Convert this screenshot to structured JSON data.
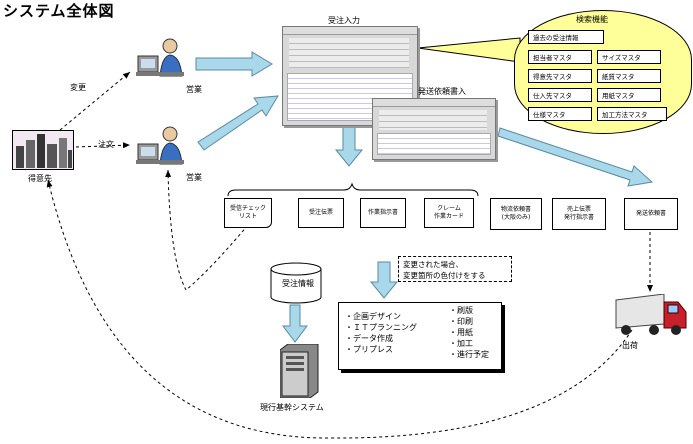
{
  "title": "システム全体図",
  "customer_label": "得意先",
  "sales_label_1": "営業",
  "sales_label_2": "営業",
  "change_label": "変更",
  "order_label": "注文",
  "order_entry_label": "受注入力",
  "shipping_request_label": "発送依頼書入",
  "search_title": "検索機能",
  "search_items": [
    "過去の受注情報",
    "担当者マスタ",
    "サイズマスタ",
    "得意先マスタ",
    "紙質マスタ",
    "仕入先マスタ",
    "用紙マスタ",
    "仕様マスタ",
    "加工方法マスタ"
  ],
  "documents": [
    {
      "text": "受信チェック\nリスト"
    },
    {
      "text": "受注伝票"
    },
    {
      "text": "作業指示書"
    },
    {
      "text": "クレーム\n作業カード"
    },
    {
      "text": "物流依頼書\n(大阪のみ)"
    },
    {
      "text": "売上伝票\n発行指示書"
    },
    {
      "text": "発送依頼書"
    }
  ],
  "order_info_label": "受注情報",
  "note_text": "変更された場合、\n変更箇所の色付けをする",
  "tasks_left": [
    "・企画デザイン",
    "・ＩＴプランニング",
    "・データ作成",
    "・プリプレス"
  ],
  "tasks_right": [
    "・刷版",
    "・印刷",
    "・用紙",
    "・加工",
    "・進行予定"
  ],
  "core_system_label": "現行基幹システム",
  "shipping_label": "出荷",
  "colors": {
    "arrow": "#a8d8ea",
    "arrow_edge": "#5a8aa0",
    "callout": "#ffff99"
  }
}
